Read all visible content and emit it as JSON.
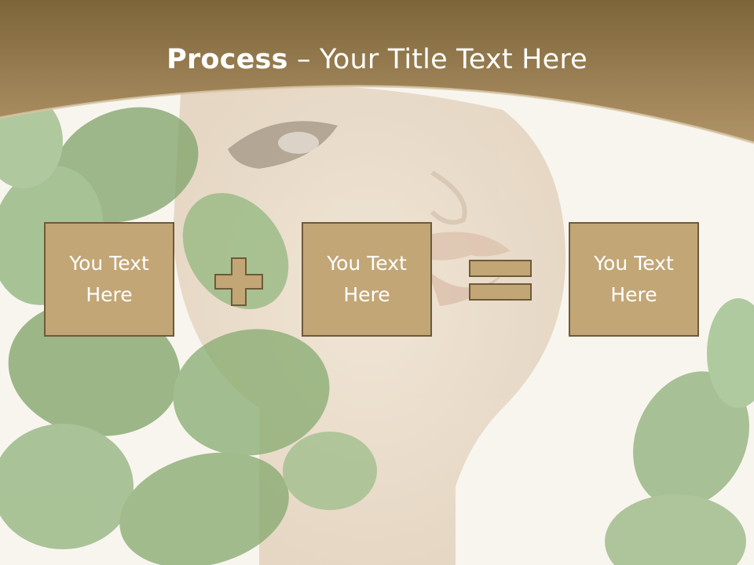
{
  "title": {
    "bold_part": "Process",
    "rest_part": " – Your Title Text Here"
  },
  "process": {
    "boxes": [
      {
        "text": "You Text Here"
      },
      {
        "text": "You Text Here"
      },
      {
        "text": "You Text Here"
      }
    ],
    "operators": [
      "plus-icon",
      "equals-icon"
    ]
  },
  "colors": {
    "header_band": "#9b7f4e",
    "box_fill": "#c2a676",
    "box_border": "#6e5a3a",
    "background": "#f7f4ee",
    "leaf_green": "#7fa36a"
  }
}
